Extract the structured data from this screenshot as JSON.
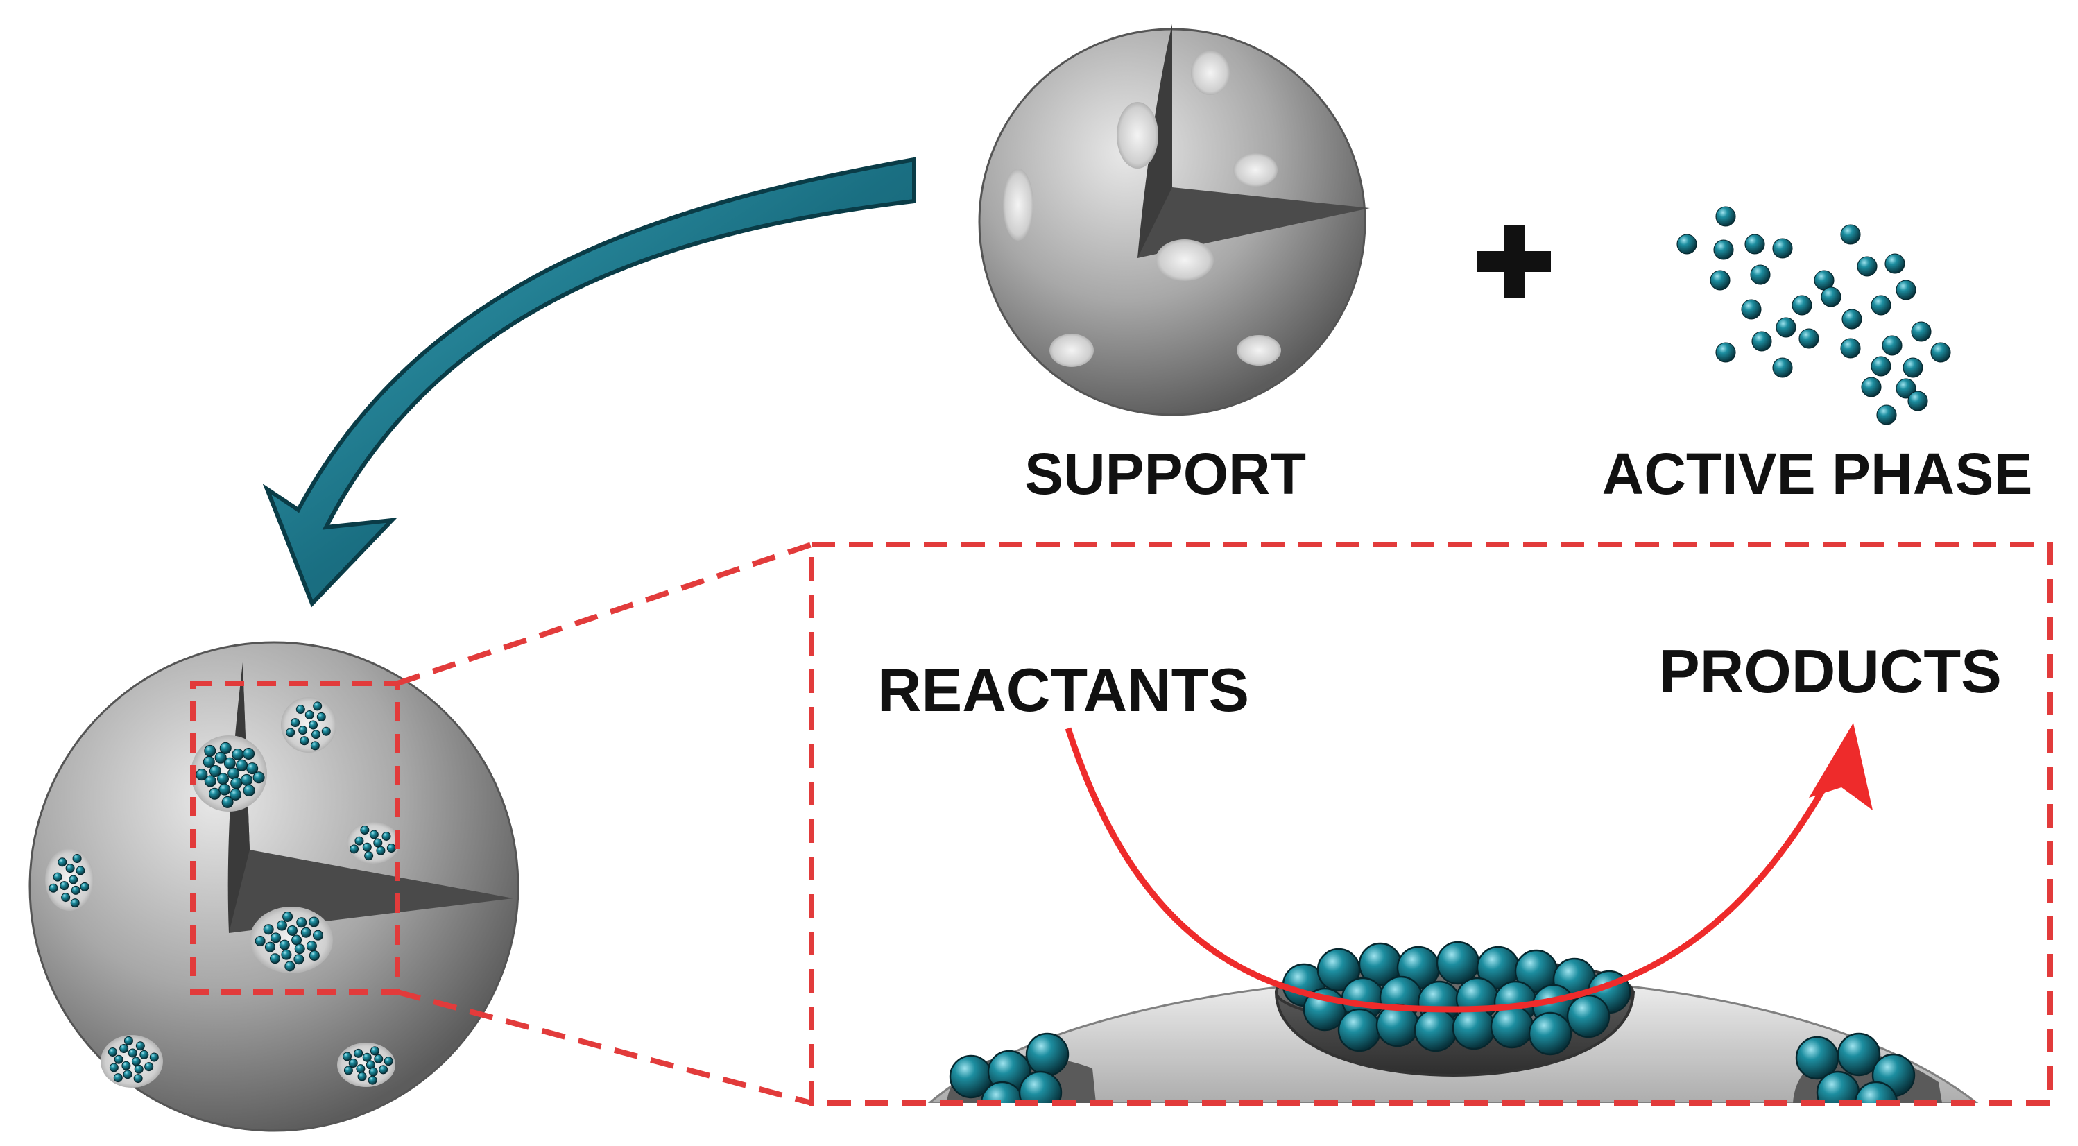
{
  "labels": {
    "support": "SUPPORT",
    "active_phase": "ACTIVE PHASE",
    "reactants": "REACTANTS",
    "products": "PRODUCTS",
    "plus": "+"
  },
  "colors": {
    "arrow_teal": "#1f7f93",
    "arrow_teal_dark": "#0f5768",
    "particle": "#14707e",
    "particle_dark": "#0a3b45",
    "sphere_light": "#d9d9d9",
    "sphere_dark": "#6e6e6e",
    "cutaway": "#4a4a4a",
    "dashed_red": "#e23b3b",
    "reaction_arrow_red": "#ee2b2b",
    "text": "#111111"
  },
  "icons": {
    "process_arrow": "curved-arrow-icon",
    "plus": "plus-icon"
  }
}
